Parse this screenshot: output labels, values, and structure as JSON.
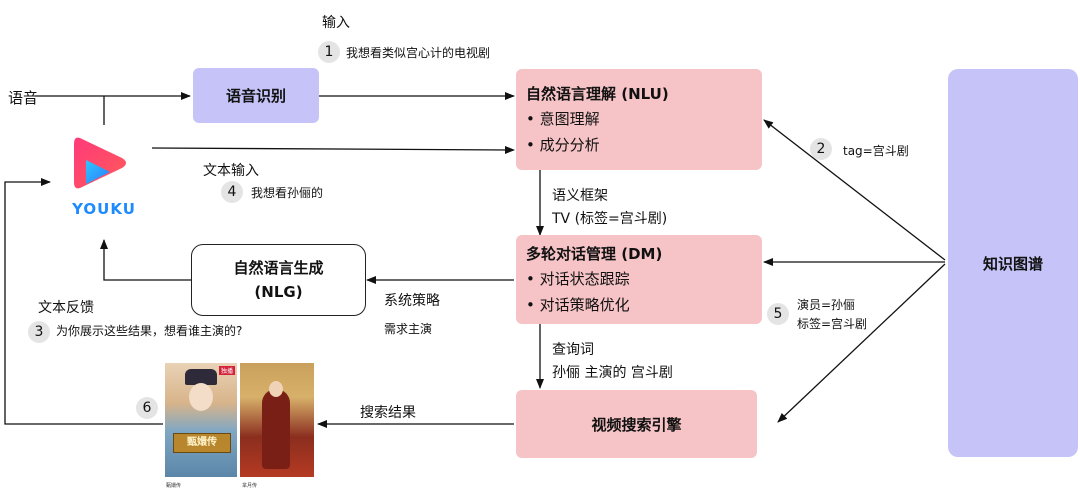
{
  "nodes": {
    "asr": "语音识别",
    "nlu": {
      "title": "自然语言理解 (NLU)",
      "bullets": [
        "意图理解",
        "成分分析"
      ]
    },
    "dm": {
      "title": "多轮对话管理 (DM)",
      "bullets": [
        "对话状态跟踪",
        "对话策略优化"
      ]
    },
    "nlg": {
      "line1": "自然语言生成",
      "line2": "(NLG)"
    },
    "search": "视频搜索引擎",
    "kg": "知识图谱",
    "logo_text": "YOUKU"
  },
  "labels": {
    "input": "输入",
    "voice": "语音",
    "text_input": "文本输入",
    "text_feedback": "文本反馈",
    "semantic_frame": "语义框架",
    "tv_tag": "TV (标签=宫斗剧)",
    "system_strategy": "系统策略",
    "need_actor": "需求主演",
    "query": "查询词",
    "query_value": "孙俪 主演的 宫斗剧",
    "search_results": "搜索结果",
    "kg_tag": "tag=宫斗剧",
    "actor_kv": "演员=孙俪",
    "tag_kv": "标签=宫斗剧"
  },
  "steps": [
    {
      "num": "1",
      "text": "我想看类似宫心计的电视剧"
    },
    {
      "num": "2",
      "text": ""
    },
    {
      "num": "3",
      "text": "为你展示这些结果，想看谁主演的?"
    },
    {
      "num": "4",
      "text": "我想看孙俪的"
    },
    {
      "num": "5",
      "text": ""
    },
    {
      "num": "6",
      "text": ""
    }
  ],
  "posters": {
    "p1_title": "甄嬛传",
    "p1_badge": "独播",
    "p1_caption": "甄嬛传",
    "p2_caption": "芈月传"
  }
}
